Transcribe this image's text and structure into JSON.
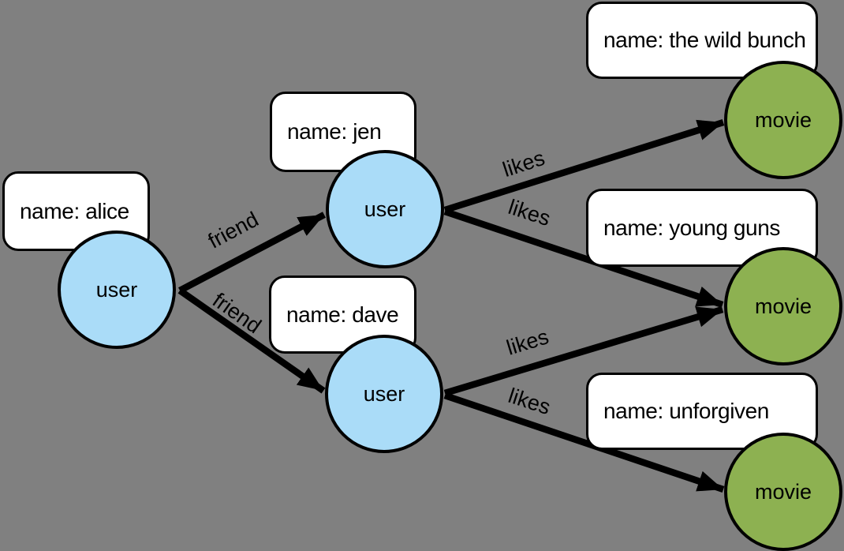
{
  "background_color": "#808080",
  "graph": {
    "node_types": {
      "user": {
        "shape": "circle",
        "fill": "#AADCF8",
        "border": "#000000"
      },
      "movie": {
        "shape": "circle",
        "fill": "#8DB151",
        "border": "#000000"
      }
    },
    "nodes": {
      "alice": {
        "type": "user",
        "label": "user",
        "property": "name: alice"
      },
      "jen": {
        "type": "user",
        "label": "user",
        "property": "name: jen"
      },
      "dave": {
        "type": "user",
        "label": "user",
        "property": "name: dave"
      },
      "wild_bunch": {
        "type": "movie",
        "label": "movie",
        "property": "name: the wild bunch"
      },
      "young_guns": {
        "type": "movie",
        "label": "movie",
        "property": "name: young guns"
      },
      "unforgiven": {
        "type": "movie",
        "label": "movie",
        "property": "name: unforgiven"
      }
    },
    "edges": {
      "alice_jen": {
        "from": "alice",
        "to": "jen",
        "label": "friend"
      },
      "alice_dave": {
        "from": "alice",
        "to": "dave",
        "label": "friend"
      },
      "jen_wild_bunch": {
        "from": "jen",
        "to": "wild_bunch",
        "label": "likes"
      },
      "jen_young_guns": {
        "from": "jen",
        "to": "young_guns",
        "label": "likes"
      },
      "dave_young_guns": {
        "from": "dave",
        "to": "young_guns",
        "label": "likes"
      },
      "dave_unforgiven": {
        "from": "dave",
        "to": "unforgiven",
        "label": "likes"
      }
    }
  }
}
